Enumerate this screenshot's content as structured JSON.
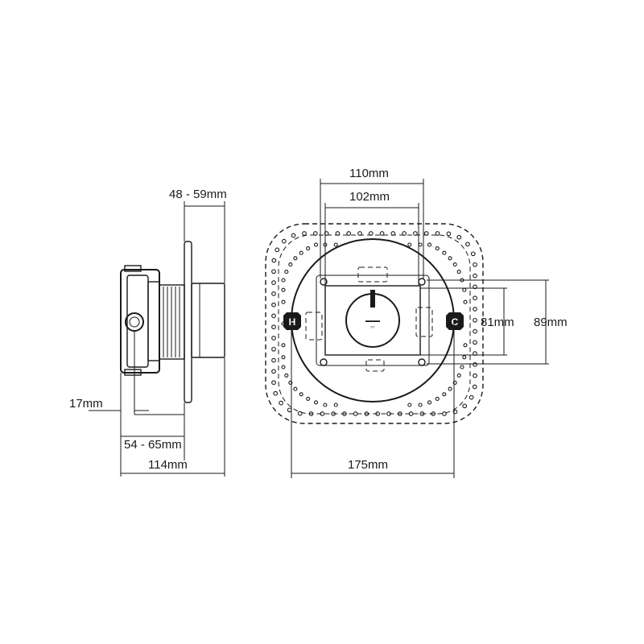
{
  "diagram": {
    "side_view": {
      "dim_face_depth": "48 - 59mm",
      "dim_offset": "17mm",
      "dim_install_depth": "54 - 65mm",
      "dim_total_depth": "114mm"
    },
    "front_view": {
      "dim_outer_width": "110mm",
      "dim_inner_width": "102mm",
      "dim_inner_height": "81mm",
      "dim_outer_height": "89mm",
      "dim_plate_diameter": "175mm"
    },
    "valve_label_lines": [
      "▬▬▬",
      "≈≈"
    ],
    "inlet_markers": {
      "hot": "H",
      "cold": "C"
    },
    "colors": {
      "line": "#1a1a1a",
      "background": "#ffffff"
    }
  }
}
